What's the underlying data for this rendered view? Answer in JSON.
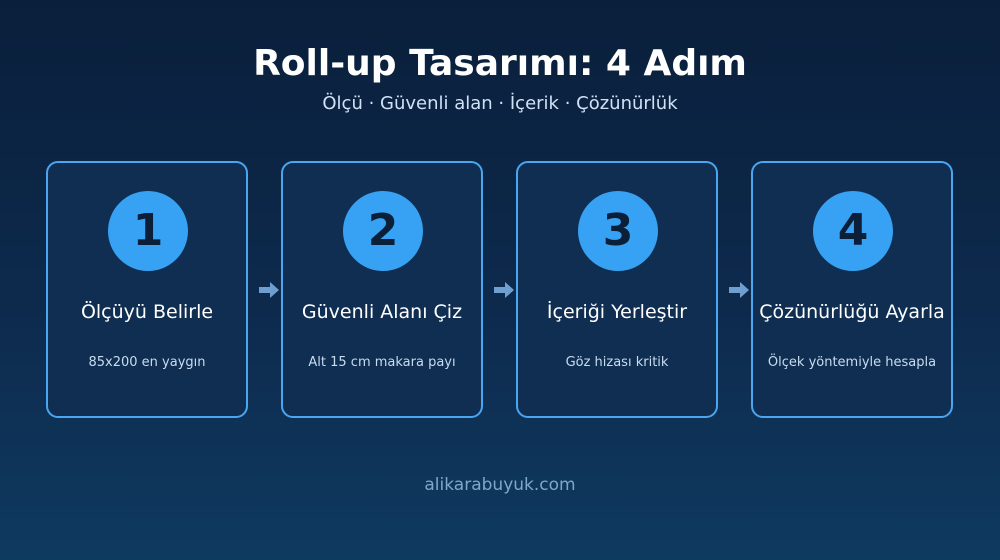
{
  "header": {
    "title": "Roll-up Tasarımı: 4 Adım",
    "subtitle": "Ölçü · Güvenli alan · İçerik · Çözünürlük"
  },
  "steps": [
    {
      "number": "1",
      "title": "Ölçüyü Belirle",
      "description": "85x200 en yaygın"
    },
    {
      "number": "2",
      "title": "Güvenli Alanı Çiz",
      "description": "Alt 15 cm makara payı"
    },
    {
      "number": "3",
      "title": "İçeriği Yerleştir",
      "description": "Göz hizası kritik"
    },
    {
      "number": "4",
      "title": "Çözünürlüğü Ayarla",
      "description": "Ölçek yöntemiyle hesapla"
    }
  ],
  "footer": {
    "website": "alikarabuyuk.com"
  },
  "colors": {
    "accent": "#37a2f3",
    "card_border": "#4aa6f0",
    "arrow": "#6f9fd0"
  }
}
